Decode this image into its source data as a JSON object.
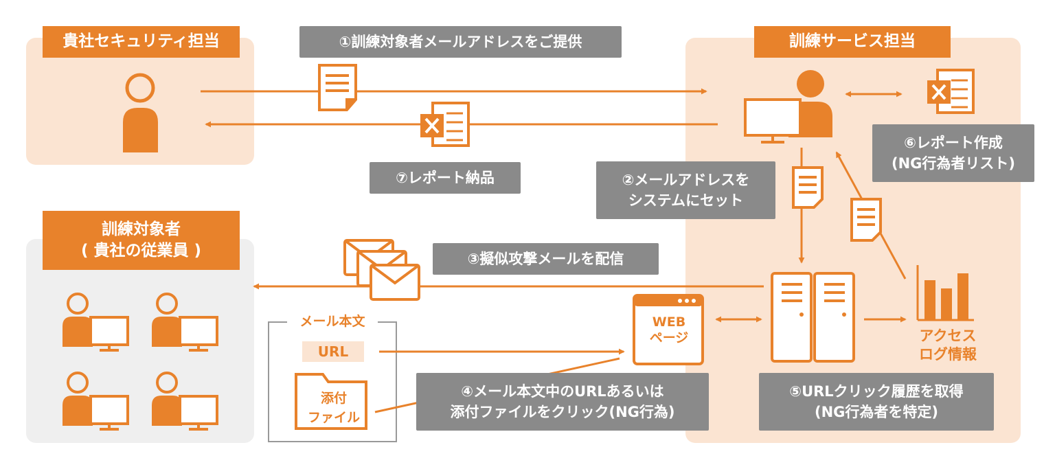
{
  "groups": {
    "client_title": "貴社セキュリティ担当",
    "service_title": "訓練サービス担当",
    "trainee_title_line1": "訓練対象者",
    "trainee_title_line2": "( 貴社の従業員 )"
  },
  "steps": {
    "step1": "①訓練対象者メールアドレスをご提供",
    "step2_line1": "②メールアドレスを",
    "step2_line2": "システムにセット",
    "step3": "③擬似攻撃メールを配信",
    "step4_line1": "④メール本文中のURLあるいは",
    "step4_line2": "添付ファイルをクリック(NG行為)",
    "step5_line1": "⑤URLクリック履歴を取得",
    "step5_line2": "(NG行為者を特定)",
    "step6_line1": "⑥レポート作成",
    "step6_line2": "(NG行為者リスト)",
    "step7": "⑦レポート納品"
  },
  "mail": {
    "title": "メール本文",
    "url": "URL",
    "attachment_line1": "添付",
    "attachment_line2": "ファイル"
  },
  "web_page": {
    "line1": "WEB",
    "line2": "ページ"
  },
  "access_log": {
    "line1": "アクセス",
    "line2": "ログ情報"
  },
  "colors": {
    "accent": "#e8822b",
    "accent_light": "#fbe4d2",
    "gray_box": "#8a8a8a",
    "trainee_bg": "#efefef"
  }
}
